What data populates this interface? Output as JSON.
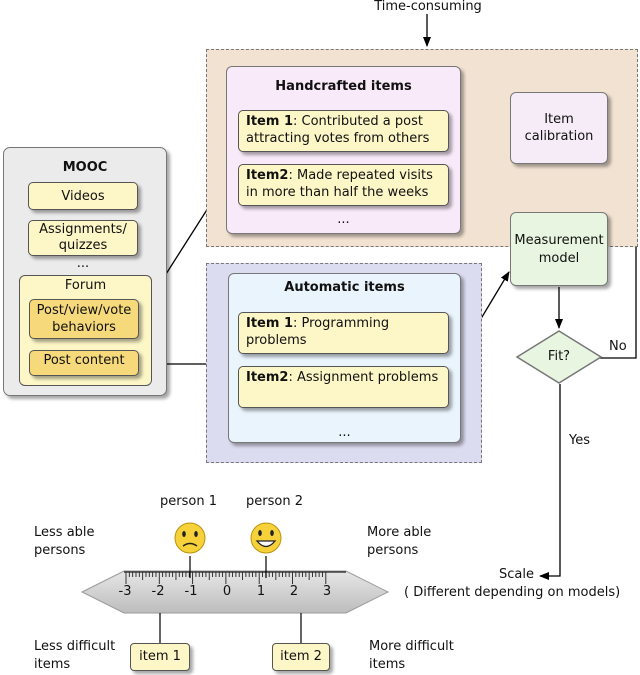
{
  "time_label": "Time-consuming",
  "mooc": {
    "title": "MOOC",
    "videos": "Videos",
    "assignments": "Assignments/ quizzes",
    "ellipsis": "...",
    "forum": "Forum",
    "post_behaviors": "Post/view/vote behaviors",
    "post_content": "Post content"
  },
  "handcrafted": {
    "title": "Handcrafted items",
    "item1_bold": "Item 1",
    "item1_text": ": Contributed a post attracting votes from others",
    "item2_bold": "Item2",
    "item2_text": ": Made repeated visits in more than half the weeks",
    "ellipsis": "..."
  },
  "automatic": {
    "title": "Automatic items",
    "item1_bold": "Item 1",
    "item1_text": ": Programming problems",
    "item2_bold": "Item2",
    "item2_text": ": Assignment problems",
    "ellipsis": "..."
  },
  "calibration": "Item calibration",
  "measurement": "Measurement model",
  "fit": "Fit?",
  "no": "No",
  "yes": "Yes",
  "scale": "Scale",
  "scale_note": "( Different depending on models)",
  "ruler": {
    "person1": "person 1",
    "person2": "person 2",
    "less_able": "Less able persons",
    "more_able": "More able persons",
    "less_difficult": "Less difficult items",
    "more_difficult": "More difficult items",
    "item1": "item 1",
    "item2": "item 2",
    "ticks": [
      "-3",
      "-2",
      "-1",
      "0",
      "1",
      "2",
      "3"
    ]
  },
  "colors": {
    "handcrafted_bg": "#f2e2d2",
    "automatic_bg": "#dcdcf0",
    "item_yellow": "#fdf6c7",
    "measurement_green": "#e8f5e0",
    "calibration_lilac": "#f6ecf8"
  }
}
